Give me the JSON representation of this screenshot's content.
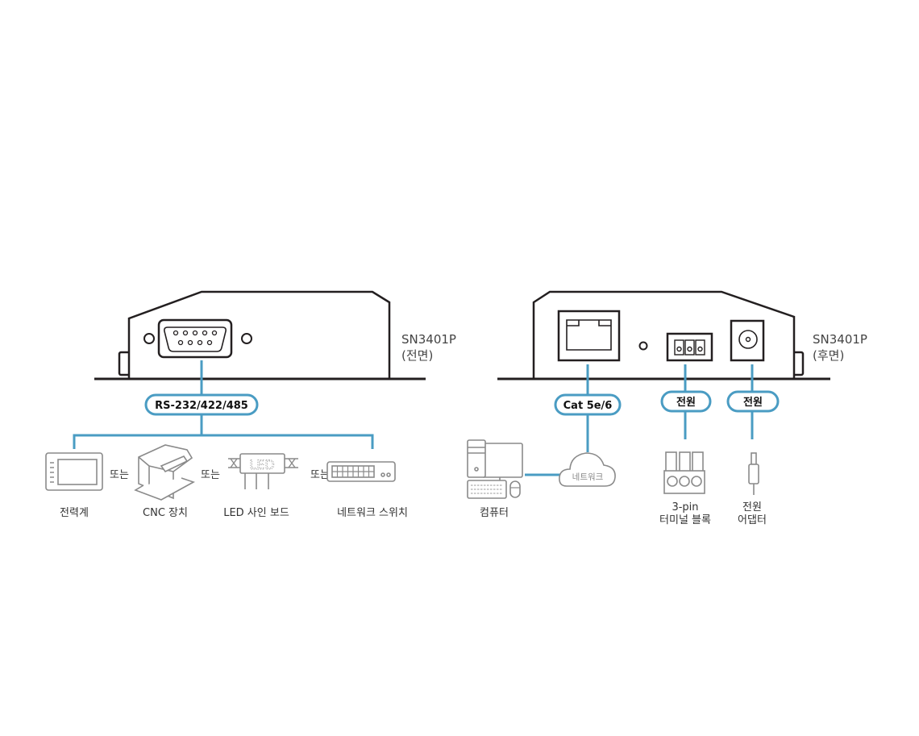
{
  "colors": {
    "connector_line": "#4a9cc3",
    "device_outline": "#231f20",
    "icon_gray": "#8a8a8a"
  },
  "front": {
    "model": "SN3401P",
    "side": "(전면)",
    "port_label": "RS-232/422/485",
    "or_label": "또는",
    "devices": [
      {
        "label": "전력계",
        "icon": "power-meter-icon"
      },
      {
        "label": "CNC 장치",
        "icon": "cnc-machine-icon"
      },
      {
        "label": "LED 사인 보드",
        "icon": "led-sign-board-icon"
      },
      {
        "label": "네트워크 스위치",
        "icon": "network-switch-icon"
      }
    ]
  },
  "rear": {
    "model": "SN3401P",
    "side": "(후면)",
    "lan_label": "Cat 5e/6",
    "network_label": "네트워크",
    "computer_label": "컴퓨터",
    "power_label_1": "전원",
    "power_label_2": "전원",
    "terminal_label_line1": "3-pin",
    "terminal_label_line2": "터미널 블록",
    "adapter_label_line1": "전원",
    "adapter_label_line2": "어댑터"
  }
}
